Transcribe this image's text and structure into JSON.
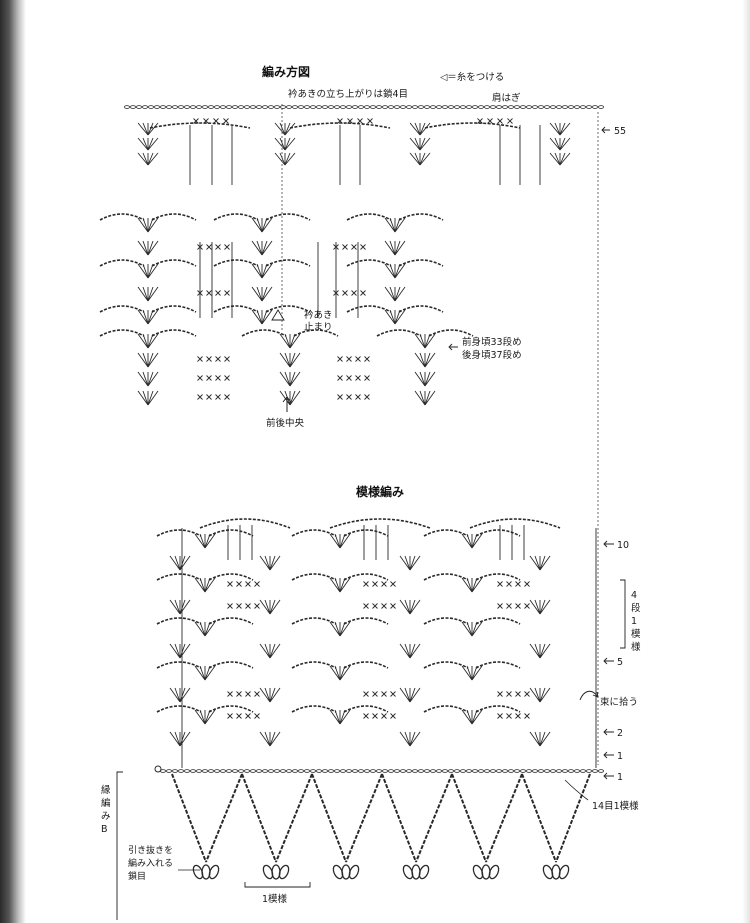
{
  "diagram_top": {
    "title": "編み方図",
    "legend": "◁＝糸をつける",
    "neck_note": "衿あきの立ち上がりは鎖4目",
    "shoulder_label": "肩はぎ",
    "row_55": "55",
    "neck_stop_line1": "衿あき",
    "neck_stop_line2": "止まり",
    "front_rows": "前身頃33段め",
    "back_rows": "後身頃37段め",
    "center_label": "前後中央"
  },
  "diagram_pattern": {
    "title": "模様編み",
    "row_10": "10",
    "repeat_chars": [
      "4",
      "段",
      "1",
      "模",
      "様"
    ],
    "row_5": "5",
    "bundle_note": "束に拾う",
    "row_2": "2",
    "row_1": "1",
    "edge_row_1": "1"
  },
  "diagram_edging": {
    "side_chars": [
      "縁",
      "編",
      "み",
      "B"
    ],
    "slip_note_lines": [
      "引き抜きを",
      "編み入れる",
      "鎖目"
    ],
    "stitch_repeat": "14目1模様",
    "one_pattern": "1模様"
  }
}
